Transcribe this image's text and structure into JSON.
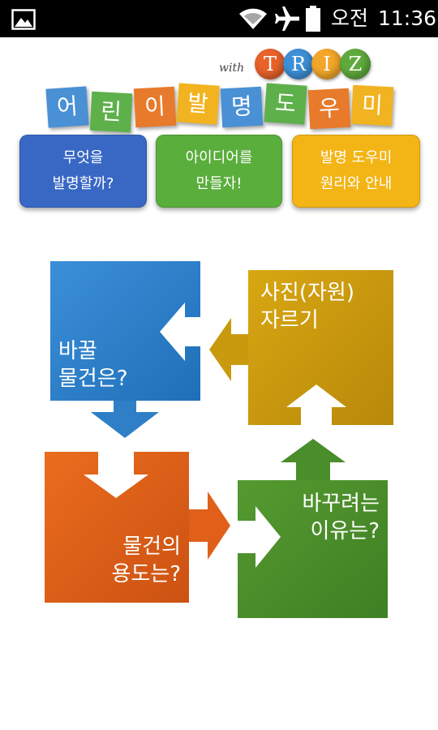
{
  "status_bar": {
    "ampm": "오전",
    "time": "11:36",
    "icons": [
      "gallery-icon",
      "wifi-icon",
      "airplane-mode-icon",
      "battery-icon"
    ]
  },
  "logo": {
    "with_text": "with",
    "triz_letters": [
      {
        "char": "T",
        "color": "#e8622a"
      },
      {
        "char": "R",
        "color": "#3d8fd6"
      },
      {
        "char": "I",
        "color": "#f2a62a"
      },
      {
        "char": "Z",
        "color": "#5faa3c"
      }
    ],
    "title_tiles": [
      {
        "char": "어",
        "color": "#4a90d4"
      },
      {
        "char": "린",
        "color": "#5db04a"
      },
      {
        "char": "이",
        "color": "#e87a2c"
      },
      {
        "char": "발",
        "color": "#f2b320"
      },
      {
        "char": "명",
        "color": "#4a90d4"
      },
      {
        "char": "도",
        "color": "#5db04a"
      },
      {
        "char": "우",
        "color": "#e87a2c"
      },
      {
        "char": "미",
        "color": "#f2b320"
      }
    ]
  },
  "menu": {
    "buttons": [
      {
        "line1": "무엇을",
        "line2": "발명할까?",
        "color": "#3868c4"
      },
      {
        "line1": "아이디어를",
        "line2": "만들자!",
        "color": "#5aae3c"
      },
      {
        "line1": "발명 도우미",
        "line2": "원리와 안내",
        "color": "#f3b415"
      }
    ]
  },
  "diagram": {
    "blue_box": {
      "line1": "바꿀",
      "line2": "물건은?",
      "color": "#2f7fc6"
    },
    "yellow_box": {
      "line1": "사진(자원)",
      "line2": "자르기",
      "color": "#c99a0e"
    },
    "orange_box": {
      "line1": "물건의",
      "line2": "용도는?",
      "color": "#e0601a"
    },
    "green_box": {
      "line1": "바꾸려는",
      "line2": "이유는?",
      "color": "#4a8d2b"
    }
  }
}
